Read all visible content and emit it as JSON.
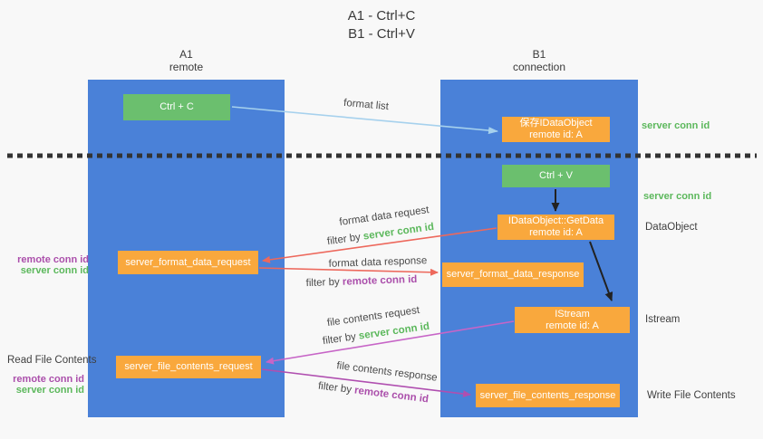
{
  "title": {
    "line1": "A1 - Ctrl+C",
    "line2": "B1 - Ctrl+V"
  },
  "columns": {
    "left": {
      "name": "A1",
      "role": "remote"
    },
    "right": {
      "name": "B1",
      "role": "connection"
    }
  },
  "nodes": {
    "ctrl_c": "Ctrl + C",
    "ctrl_v": "Ctrl + V",
    "save_idataobject": {
      "line1": "保存IDataObject",
      "line2": "remote id: A"
    },
    "getdata": {
      "line1": "IDataObject::GetData",
      "line2": "remote id: A"
    },
    "istream": {
      "line1": "IStream",
      "line2": "remote id: A"
    },
    "server_format_data_request": "server_format_data_request",
    "server_format_data_response": "server_format_data_response",
    "server_file_contents_request": "server_file_contents_request",
    "server_file_contents_response": "server_file_contents_response"
  },
  "side_labels": {
    "server_conn_id_top": "server conn id",
    "server_conn_id_mid": "server conn id",
    "dataobject": "DataObject",
    "istream": "Istream",
    "write_file_contents": "Write File Contents",
    "read_file_contents": "Read File Contents",
    "remote_conn_id_1": "remote conn id",
    "server_conn_id_1": "server conn id",
    "remote_conn_id_2": "remote conn id",
    "server_conn_id_2": "server conn id"
  },
  "arrow_labels": {
    "format_list": "format list",
    "format_data_request": "format data request",
    "filter_by_1_prefix": "filter by ",
    "filter_by_1_id": "server conn id",
    "format_data_response": "format data response",
    "filter_by_2_prefix": "filter by ",
    "filter_by_2_id": "remote conn id",
    "file_contents_request": "file contents request",
    "filter_by_3_prefix": "filter by ",
    "filter_by_3_id": "server conn id",
    "file_contents_response": "file contents response",
    "filter_by_4_prefix": "filter by ",
    "filter_by_4_id": "remote conn id"
  },
  "colors": {
    "lifeline_blue": "#4a81d8",
    "node_green": "#6bbf6e",
    "node_orange": "#f9a83d",
    "arrow_light_blue": "#a6d1ed",
    "arrow_red": "#ed685c",
    "arrow_magenta_request": "#c765c7",
    "arrow_magenta_response": "#b04fb0",
    "arrow_black": "#222222",
    "text_green": "#5cb85c",
    "text_purple": "#ab4fab",
    "divider": "#333333",
    "background": "#f8f8f8"
  }
}
